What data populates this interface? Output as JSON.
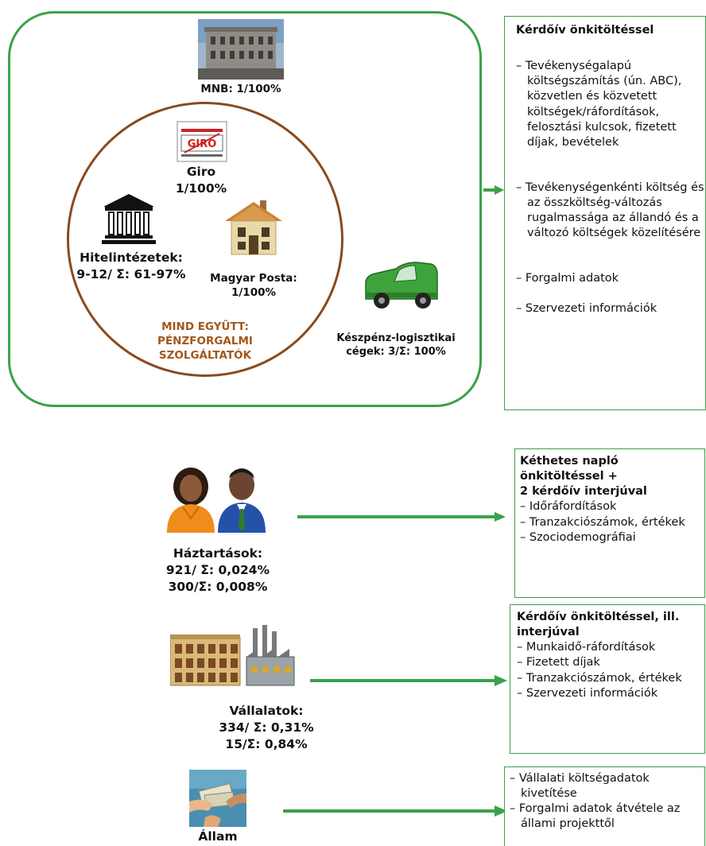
{
  "actors": {
    "mnb": {
      "label": "MNB: 1/100%"
    },
    "giro": {
      "name": "Giro",
      "value": "1/100%"
    },
    "hitelintezetek": {
      "name": "Hitelintézetek:",
      "value": "9-12/ Σ: 61-97%"
    },
    "magyar_posta": {
      "name": "Magyar Posta:",
      "value": "1/100%"
    },
    "mind_egyutt": {
      "line1": "MIND EGYÜTT:",
      "line2": "PÉNZFORGALMI",
      "line3": "SZOLGÁLTATÓK"
    },
    "keszpenz": {
      "line1": "Készpénz-logisztikai",
      "line2": "cégek: 3/Σ: 100%"
    },
    "haztartasok": {
      "name": "Háztartások:",
      "line1": "921/ Σ: 0,024%",
      "line2": "300/Σ: 0,008%"
    },
    "vallalatok": {
      "name": "Vállalatok:",
      "line1": "334/ Σ: 0,31%",
      "line2": "15/Σ: 0,84%"
    },
    "allam": {
      "name": "Állam"
    }
  },
  "panels": {
    "p1": {
      "title": "Kérdőív önkitöltéssel",
      "items": [
        "Tevékenységalapú költségszámítás (ún. ABC), közvetlen és közvetett költségek/ráfordítások, felosztási kulcsok, fizetett díjak, bevételek",
        "Tevékenységenkénti költség és az összköltség-változás rugalmassága az állandó  és a változó költségek közelítésére",
        "Forgalmi adatok",
        "Szervezeti információk"
      ]
    },
    "p2": {
      "title_line1": "Kéthetes napló",
      "title_line2": "önkitöltéssel +",
      "title_line3": "2 kérdőív interjúval",
      "items": [
        "Időráfordítások",
        "Tranzakciószámok, értékek",
        "Szociodemográfiai"
      ]
    },
    "p3": {
      "title": "Kérdőív önkitöltéssel, ill. interjúval",
      "items": [
        "Munkaidő-ráfordítások",
        "Fizetett díjak",
        "Tranzakciószámok, értékek",
        "Szervezeti információk"
      ]
    },
    "p4": {
      "items": [
        "Vállalati költségadatok kivetítése",
        "Forgalmi adatok átvétele az állami projekttől"
      ]
    }
  },
  "colors": {
    "green": "#3aa24a",
    "brown": "#8a4a1d",
    "orange_text": "#a0581c"
  },
  "icons": [
    "building-photo-icon",
    "giro-logo-icon",
    "bank-icon",
    "house-icon",
    "van-icon",
    "people-icon",
    "factory-icon",
    "money-hands-icon"
  ]
}
